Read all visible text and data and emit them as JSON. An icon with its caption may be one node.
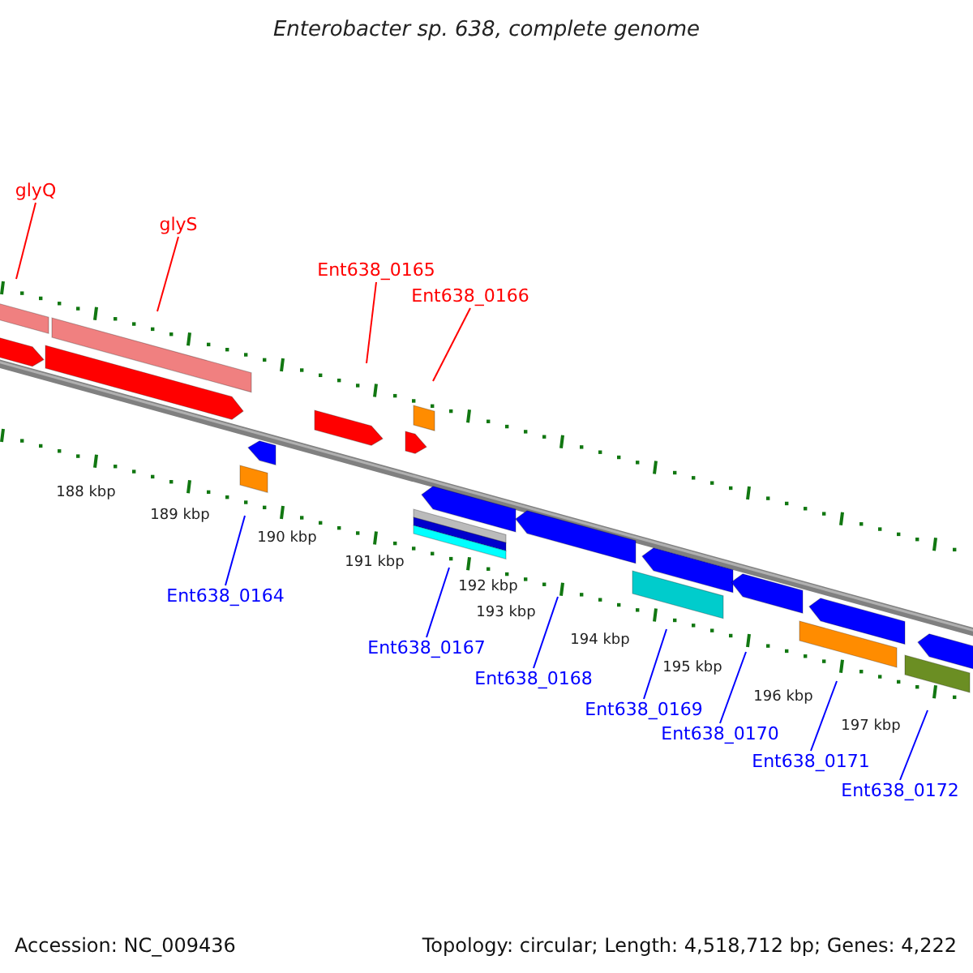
{
  "diagram": {
    "title": "Enterobacter sp. 638, complete genome",
    "nodes": [
      {
        "text": [
          "glyQ"
        ]
      },
      {
        "text": [
          "glyS"
        ]
      },
      {
        "text": [
          "Ent638_0165"
        ]
      },
      {
        "text": [
          "Ent638_0166"
        ]
      },
      {
        "text": [
          "Ent638_0164"
        ]
      },
      {
        "text": [
          "Ent638_0167"
        ]
      },
      {
        "text": [
          "Ent638_0168"
        ]
      },
      {
        "text": [
          "Ent638_0169"
        ]
      },
      {
        "text": [
          "Ent638_0170"
        ]
      },
      {
        "text": [
          "Ent638_0171"
        ]
      },
      {
        "text": [
          "Ent638_0172"
        ]
      }
    ],
    "edges": [
      {
        "from": 0,
        "to": null,
        "arrow": "none",
        "color": "#ff0000"
      },
      {
        "from": 1,
        "to": null,
        "arrow": "none",
        "color": "#ff0000"
      },
      {
        "from": 2,
        "to": null,
        "arrow": "none",
        "color": "#ff0000"
      },
      {
        "from": 3,
        "to": null,
        "arrow": "none",
        "color": "#ff0000"
      },
      {
        "from": 4,
        "to": null,
        "arrow": "none"
      },
      {
        "from": 5,
        "to": null,
        "arrow": "none"
      },
      {
        "from": 6,
        "to": null,
        "arrow": "none"
      },
      {
        "from": 7,
        "to": null,
        "arrow": "none"
      },
      {
        "from": 8,
        "to": null,
        "arrow": "none"
      },
      {
        "from": 9,
        "to": null,
        "arrow": "none"
      },
      {
        "from": 10,
        "to": null,
        "arrow": "none"
      }
    ],
    "labels": [
      "188 kbp",
      "189 kbp",
      "190 kbp",
      "191 kbp",
      "192 kbp",
      "193 kbp",
      "194 kbp",
      "195 kbp",
      "196 kbp",
      "197 kbp",
      "Accession: NC_009436",
      "Topology: circular; Length: 4,518,712 bp; Genes: 4,222"
    ]
  }
}
